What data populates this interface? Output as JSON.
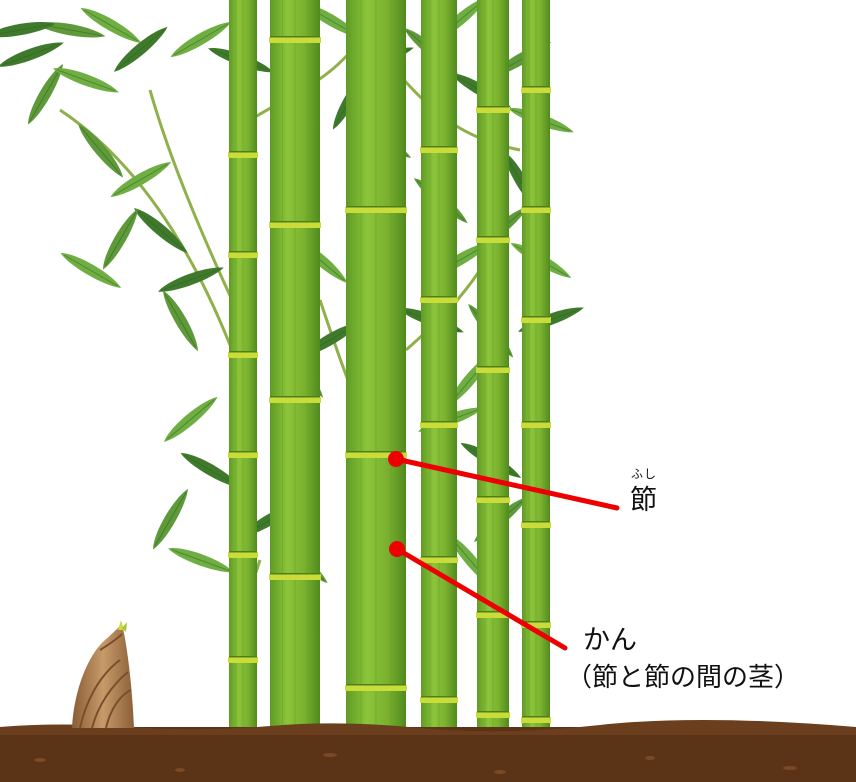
{
  "labels": {
    "node_ruby": "ふし",
    "node": "節",
    "internode": "かん",
    "internode_note": "（節と節の間の茎）"
  },
  "colors": {
    "bamboo_green": "#7fb52f",
    "bamboo_dark": "#5a8f22",
    "node_band": "#c9dc3a",
    "leaf": "#5e9a3a",
    "leaf_dark": "#3f7a2c",
    "soil": "#5b3418",
    "shoot": "#b9865a",
    "pointer_line": "#ee0000"
  },
  "icons": {
    "node_marker": "red-dot",
    "internode_marker": "red-dot",
    "bamboo_shoot": "bamboo-shoot-icon"
  }
}
